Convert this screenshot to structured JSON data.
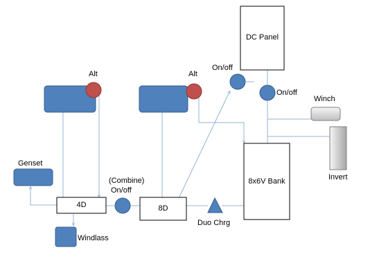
{
  "diagram": {
    "alt_left": "Alt",
    "alt_right": "Alt",
    "on_off_top": "On/off",
    "on_off_right": "On/off",
    "dc_panel": "DC Panel",
    "winch": "Winch",
    "invert": "Invert",
    "genset": "Genset",
    "combine": "(Combine)",
    "combine_on_off": "On/off",
    "battery_4d": "4D",
    "battery_8d": "8D",
    "bank": "8x6V Bank",
    "duo_chrg": "Duo Chrg",
    "windlass": "Windlass"
  },
  "colors": {
    "box_fill": "#4F81BD",
    "box_stroke": "#385D8A",
    "alt_red": "#C0504D",
    "line_blue": "#95B3D7",
    "outline": "#000000",
    "grey_light": "#F2F2F2",
    "grey_dark": "#A6A6A6"
  }
}
